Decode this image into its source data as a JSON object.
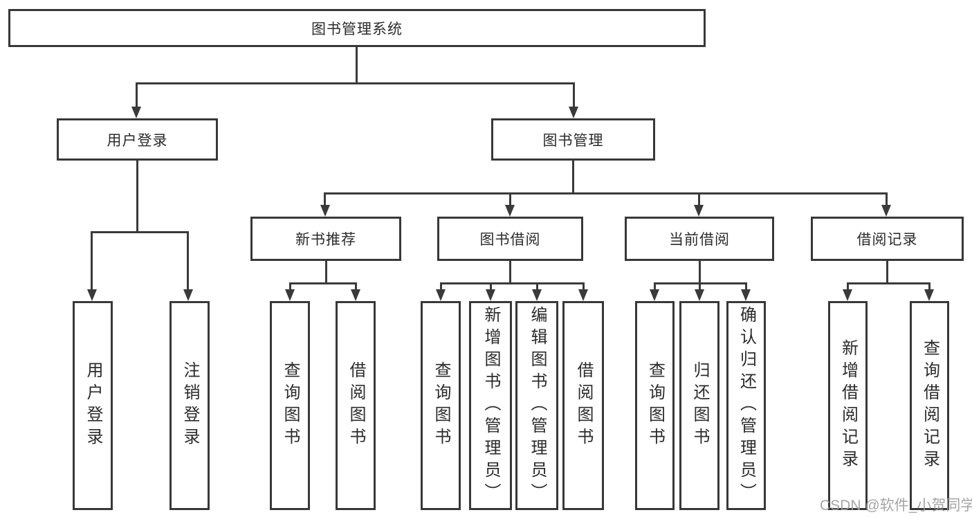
{
  "diagram": {
    "title": "图书管理系统",
    "branches": [
      {
        "label": "用户登录",
        "children": [
          {
            "label": "用户登录"
          },
          {
            "label": "注销登录"
          }
        ]
      },
      {
        "label": "图书管理",
        "children": [
          {
            "label": "新书推荐",
            "children": [
              {
                "label": "查询图书"
              },
              {
                "label": "借阅图书"
              }
            ]
          },
          {
            "label": "图书借阅",
            "children": [
              {
                "label": "查询图书"
              },
              {
                "label": "新增图书（管理员）"
              },
              {
                "label": "编辑图书（管理员）"
              },
              {
                "label": "借阅图书"
              }
            ]
          },
          {
            "label": "当前借阅",
            "children": [
              {
                "label": "查询图书"
              },
              {
                "label": "归还图书"
              },
              {
                "label": "确认归还（管理员）"
              }
            ]
          },
          {
            "label": "借阅记录",
            "children": [
              {
                "label": "新增借阅记录"
              },
              {
                "label": "查询借阅记录"
              }
            ]
          }
        ]
      }
    ]
  },
  "watermark": {
    "text": "CSDN @软件_小贺同学"
  },
  "colors": {
    "line": "#3a3a3a",
    "box_border": "#383838",
    "text": "#2b2b2b",
    "watermark": "#9b9b9b",
    "background": "#ffffff"
  }
}
